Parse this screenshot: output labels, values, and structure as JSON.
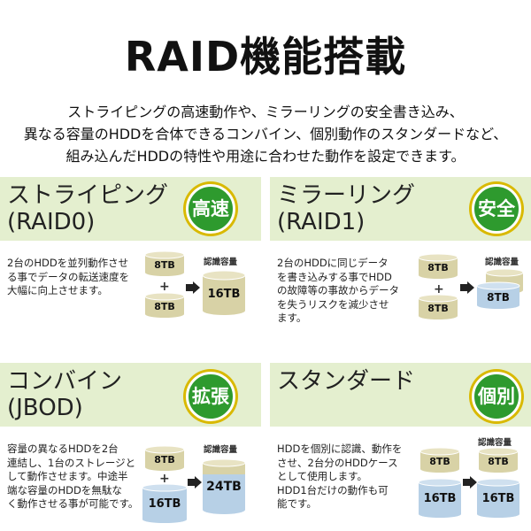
{
  "title": "RAID機能搭載",
  "intro": {
    "line1": "ストライピングの高速動作や、ミラーリングの安全書き込み、",
    "line2": "異なる容量のHDDを合体できるコンバイン、個別動作のスタンダードなど、",
    "line3": "組み込んだHDDの特性や用途に合わせた動作を設定できます。"
  },
  "modes": {
    "striping": {
      "name_line1": "ストライピング",
      "name_line2": "(RAID0)",
      "badge": "高速",
      "desc": [
        "2台のHDDを並列動作させ",
        "る事でデータの転送速度を",
        "大幅に向上させます。"
      ],
      "disk_a": "8TB",
      "disk_b": "8TB",
      "result": "16TB",
      "capacity_label": "認識容量"
    },
    "mirroring": {
      "name_line1": "ミラーリング",
      "name_line2": "(RAID1)",
      "badge": "安全",
      "desc": [
        "2台のHDDに同じデータ",
        "を書き込みする事でHDD",
        "の故障等の事故からデータ",
        "を失うリスクを減少させ",
        "ます。"
      ],
      "disk_a": "8TB",
      "disk_b": "8TB",
      "result": "8TB",
      "capacity_label": "認識容量"
    },
    "combine": {
      "name_line1": "コンバイン",
      "name_line2": "(JBOD)",
      "badge": "拡張",
      "desc": [
        "容量の異なるHDDを2台",
        "連結し、1台のストレージと",
        "して動作させます。中途半",
        "端な容量のHDDを無駄な",
        "く動作させる事が可能です。"
      ],
      "disk_a": "8TB",
      "disk_b": "16TB",
      "result": "24TB",
      "capacity_label": "認識容量"
    },
    "standard": {
      "name_line1": "スタンダード",
      "badge": "個別",
      "desc": [
        "HDDを個別に認識、動作を",
        "させ、2台分のHDDケース",
        "として使用します。",
        "HDD1台だけの動作も可",
        "能です。"
      ],
      "disk_a": "8TB",
      "disk_b": "16TB",
      "result_a": "8TB",
      "result_b": "16TB",
      "capacity_label": "認識容量"
    }
  },
  "colors": {
    "band": "#e4efcf",
    "badge_green": "#2e9a2e",
    "badge_ring": "#d9b900",
    "disk_tan": "#d8d2a6",
    "disk_blue": "#b7d0e6",
    "arrow": "#222222"
  }
}
